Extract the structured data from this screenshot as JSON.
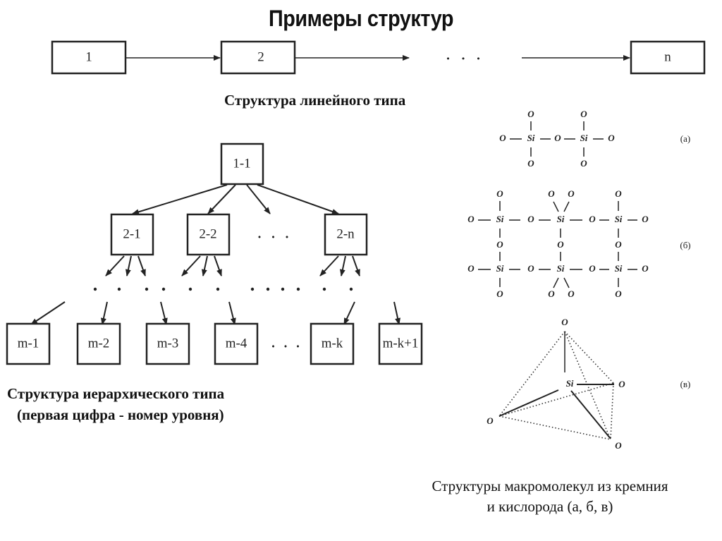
{
  "title": "Примеры структур",
  "linear": {
    "nodes": [
      "1",
      "2",
      "n"
    ],
    "ellipsis": ". . .",
    "caption": "Структура линейного типа"
  },
  "hierarchy": {
    "root": "1-1",
    "level2": [
      "2-1",
      "2-2",
      "2-n"
    ],
    "level2_ellipsis": ". . .",
    "leaves": [
      "m-1",
      "m-2",
      "m-3",
      "m-4",
      "m-k",
      "m-k+1"
    ],
    "leaves_ellipsis": ". . .",
    "caption_line1": "Структура иерархического типа",
    "caption_line2": "(первая цифра - номер уровня)"
  },
  "molecules": {
    "atom_si": "Si",
    "atom_o": "O",
    "tags": [
      "(a)",
      "(б)",
      "(в)"
    ],
    "caption_line1": "Структуры макромолекул из кремния",
    "caption_line2": "и кислорода (а, б, в)"
  }
}
